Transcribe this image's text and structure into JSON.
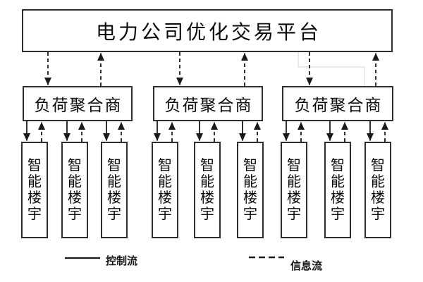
{
  "diagram": {
    "platform": {
      "label": "电力公司优化交易平台"
    },
    "aggregators": [
      {
        "label": "负荷聚合商"
      },
      {
        "label": "负荷聚合商"
      },
      {
        "label": "负荷聚合商"
      }
    ],
    "buildings": [
      {
        "label": "智能楼宇"
      },
      {
        "label": "智能楼宇"
      },
      {
        "label": "智能楼宇"
      },
      {
        "label": "智能楼宇"
      },
      {
        "label": "智能楼宇"
      },
      {
        "label": "智能楼宇"
      },
      {
        "label": "智能楼宇"
      },
      {
        "label": "智能楼宇"
      },
      {
        "label": "智能楼宇"
      }
    ],
    "legend": {
      "control_label": "控制流",
      "control_style": "solid",
      "info_label": "信息流",
      "info_style": "dashed"
    },
    "colors": {
      "line": "#1a1a1a",
      "box_border": "#2f2f2f",
      "background": "#ffffff",
      "faint_connector": "#e4e4e4"
    }
  }
}
